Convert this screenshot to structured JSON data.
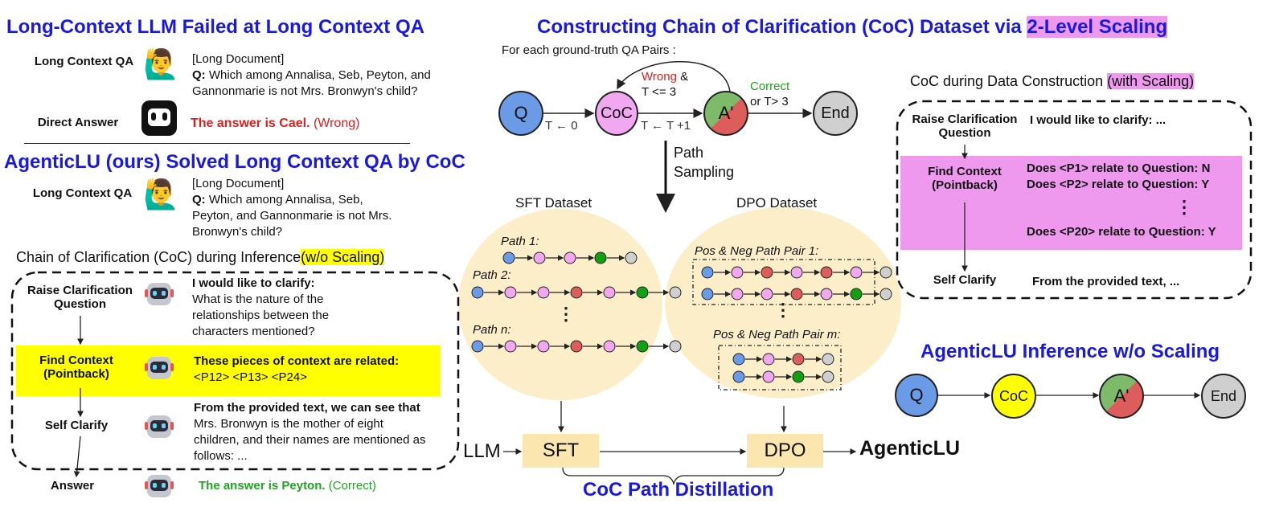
{
  "left": {
    "title1": "Long-Context LLM Failed at Long Context QA",
    "qa_label": "Long Context QA",
    "doc_tag": "[Long Document]",
    "q_prefix": "Q:",
    "q_text": " Which among Annalisa, Seb, Peyton, and Gannonmarie is not Mrs. Bronwyn's child?",
    "direct_label": "Direct Answer",
    "direct_answer": "The answer is Cael.",
    "direct_verdict": " (Wrong)",
    "title2": "AgenticLU (ours) Solved Long Context QA by CoC",
    "qa2_label": "Long Context QA",
    "doc2_tag": "[Long Document]",
    "q2_prefix": "Q:",
    "q2_text": " Which among Annalisa, Seb, Peyton, and Gannonmarie is not Mrs. Bronwyn's child?",
    "coc_title": "Chain of Clarification (CoC) during Inference",
    "coc_scaling": "(w/o Scaling)",
    "step1_label": "Raise Clarification Question",
    "step1_head": "I would like to clarify:",
    "step1_text": "What is the nature of the relationships between the characters mentioned?",
    "step2_label": "Find Context (Pointback)",
    "step2_head": "These pieces of context are related:",
    "step2_text": "<P12> <P13> <P24>",
    "step3_label": "Self Clarify",
    "step3_head": "From the provided text, we can see that",
    "step3_text": " Mrs. Bronwyn is the mother of eight children, and their names are mentioned as follows: ...",
    "answer_label": "Answer",
    "final_answer": "The answer is Peyton.",
    "final_verdict": " (Correct)"
  },
  "middle": {
    "title": "Constructing Chain of Clarification (CoC) Dataset via",
    "title_hl": "2-Level Scaling",
    "for_each": "For each ground-truth QA Pairs :",
    "node_q": "Q",
    "node_coc": "CoC",
    "node_a": "A'",
    "node_end": "End",
    "t_init": "T ← 0",
    "t_inc": "T ← T +1",
    "wrong_word": "Wrong",
    "wrong_amp": " &",
    "wrong_cond": "T <= 3",
    "correct_word": "Correct",
    "correct_cond": "or T> 3",
    "path_sampling": "Path Sampling",
    "sft_dataset": "SFT Dataset",
    "dpo_dataset": "DPO Dataset",
    "path1": "Path 1:",
    "path2": "Path 2:",
    "pathn": "Path n:",
    "pair1": "Pos & Neg Path Pair 1:",
    "pairm": "Pos & Neg Path Pair m:",
    "llm": "LLM",
    "sft": "SFT",
    "dpo": "DPO",
    "agenticlu": "AgenticLU",
    "distill": "CoC Path Distillation"
  },
  "right": {
    "construct_title": "CoC during Data Construction",
    "construct_hl": "(with Scaling)",
    "raise_label": "Raise Clarification Question",
    "raise_text": "I would like to clarify: ...",
    "find_label": "Find Context (Pointback)",
    "find_l1": "Does <P1> relate to Question: N",
    "find_l2": "Does <P2> relate to Question: Y",
    "find_dots": "⋮",
    "find_l3": "Does <P20> relate to Question: Y",
    "self_label": "Self Clarify",
    "self_text": "From the provided text, ...",
    "infer_title": "AgenticLU Inference w/o Scaling",
    "node_q": "Q",
    "node_coc": "CoC",
    "node_a": "A'",
    "node_end": "End"
  },
  "colors": {
    "blue_node": "#6b9be6",
    "pink_node": "#f2a8f0",
    "green": "#7dbb6a",
    "red": "#dd5d5d",
    "grey": "#cfcfcf",
    "yellow": "#ffff00",
    "wheat": "#fbeec8"
  }
}
